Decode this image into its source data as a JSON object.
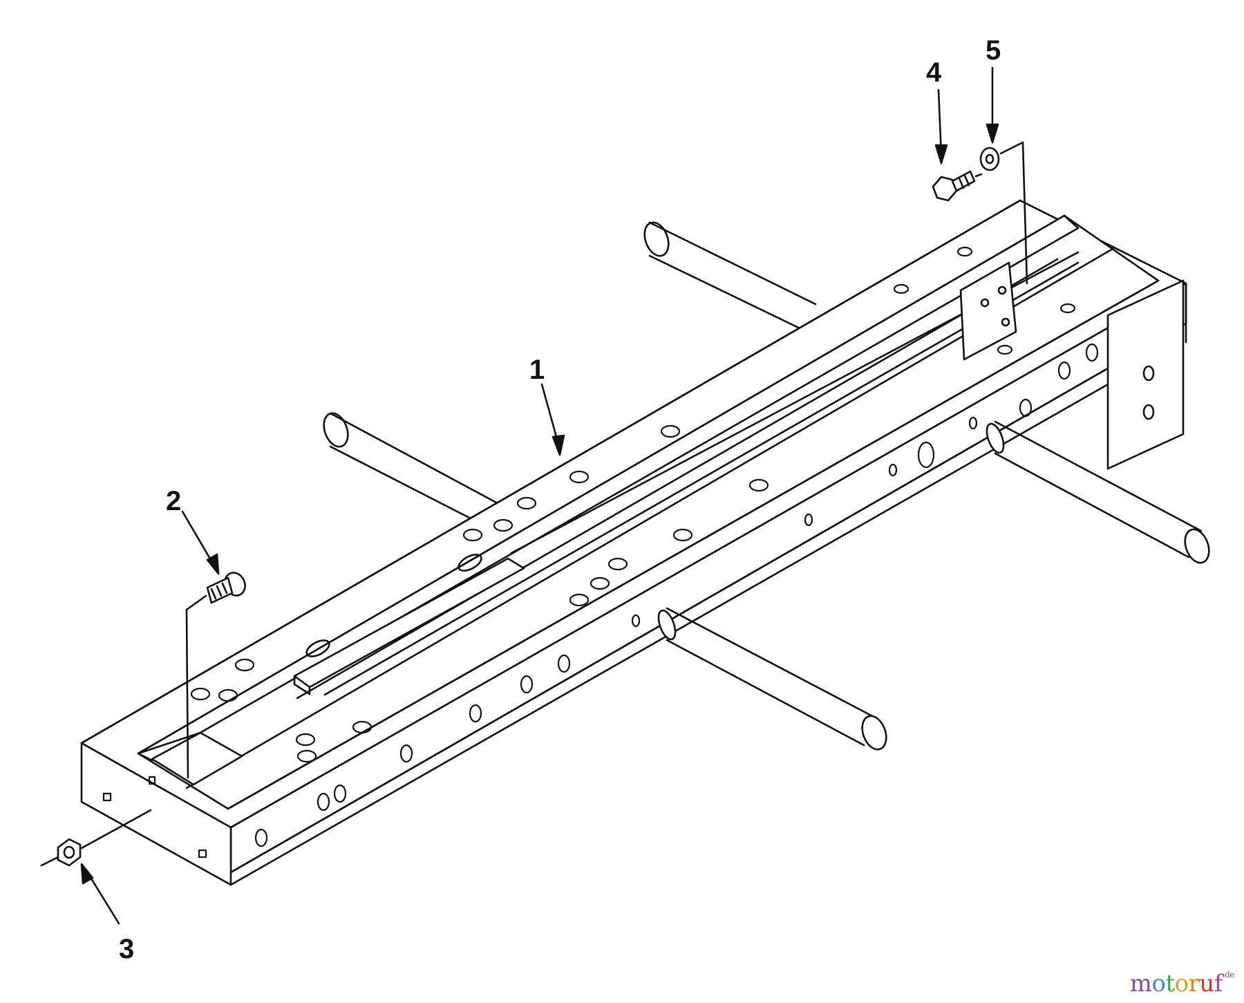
{
  "callouts": {
    "part_1": "1",
    "part_2": "2",
    "part_3": "3",
    "part_4": "4",
    "part_5": "5"
  },
  "watermark": {
    "text": "motoruf",
    "tld": ".de",
    "colors": [
      "#7a4ea8",
      "#3f8ad0",
      "#39a845",
      "#d6a21c",
      "#e27a16",
      "#d6352b",
      "#b43aa0"
    ]
  }
}
